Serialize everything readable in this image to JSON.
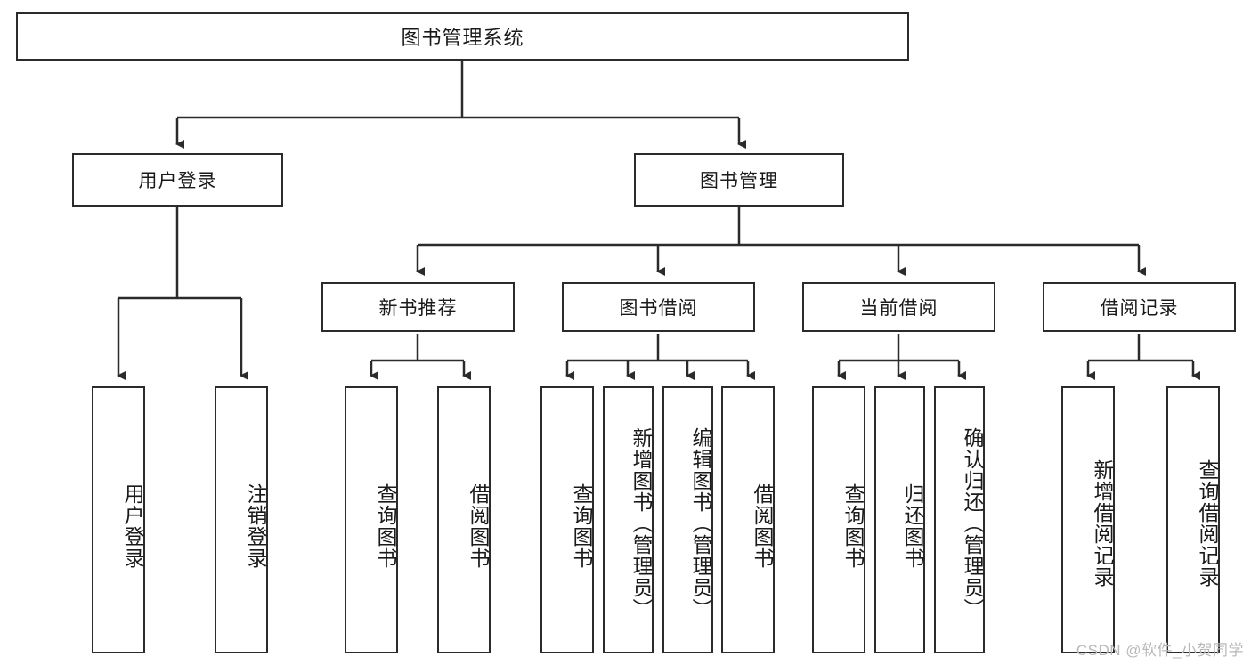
{
  "diagram": {
    "type": "tree-hierarchy",
    "title": "图书管理系统",
    "watermark": "CSDN @软件_小贺同学",
    "colors": {
      "border": "#2b2b2b",
      "background": "#ffffff",
      "text": "#1a1a1a",
      "watermark": "#b9b9b9"
    },
    "root": {
      "label": "图书管理系统"
    },
    "level2": [
      {
        "label": "用户登录"
      },
      {
        "label": "图书管理"
      }
    ],
    "level3": [
      {
        "label": "新书推荐"
      },
      {
        "label": "图书借阅"
      },
      {
        "label": "当前借阅"
      },
      {
        "label": "借阅记录"
      }
    ],
    "leaves": {
      "user_login": [
        {
          "label": "用户登录"
        },
        {
          "label": "注销登录"
        }
      ],
      "new_book_recommend": [
        {
          "label": "查询图书"
        },
        {
          "label": "借阅图书"
        }
      ],
      "book_borrow": [
        {
          "label": "查询图书"
        },
        {
          "label": "新增图书（管理员）"
        },
        {
          "label": "编辑图书（管理员）"
        },
        {
          "label": "借阅图书"
        }
      ],
      "current_borrow": [
        {
          "label": "查询图书"
        },
        {
          "label": "归还图书"
        },
        {
          "label": "确认归还（管理员）"
        }
      ],
      "borrow_record": [
        {
          "label": "新增借阅记录"
        },
        {
          "label": "查询借阅记录"
        }
      ]
    }
  }
}
